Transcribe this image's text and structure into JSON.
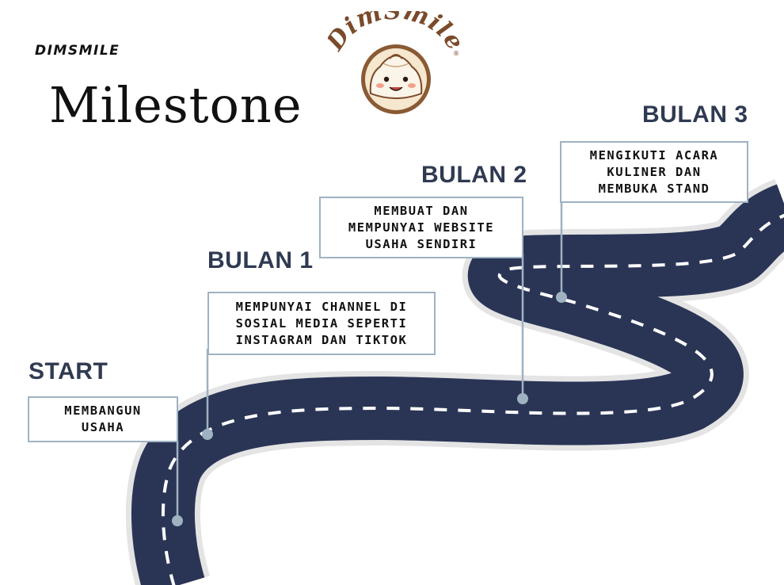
{
  "header": {
    "brand": "DIMSMILE",
    "title": "Milestone"
  },
  "logo": {
    "text": "DimSmile",
    "mark": "®",
    "icon": "smiling-dumpling-icon",
    "colors": {
      "ring": "#8a5a34",
      "fill": "#f6e7cf",
      "text": "#7a4a2a"
    }
  },
  "road": {
    "colors": {
      "asphalt": "#2a3556",
      "shoulder": "#e4e4e4",
      "stripe": "#ffffff",
      "leader": "#9fb2c2"
    }
  },
  "milestones": [
    {
      "heading": "START",
      "text": "MEMBANGUN\nUSAHA"
    },
    {
      "heading": "BULAN 1",
      "text": "MEMPUNYAI CHANNEL DI\nSOSIAL MEDIA SEPERTI\nINSTAGRAM DAN TIKTOK"
    },
    {
      "heading": "BULAN 2",
      "text": "MEMBUAT DAN\nMEMPUNYAI WEBSITE\nUSAHA SENDIRI"
    },
    {
      "heading": "BULAN 3",
      "text": "MENGIKUTI ACARA\nKULINER DAN\nMEMBUKA STAND"
    }
  ]
}
